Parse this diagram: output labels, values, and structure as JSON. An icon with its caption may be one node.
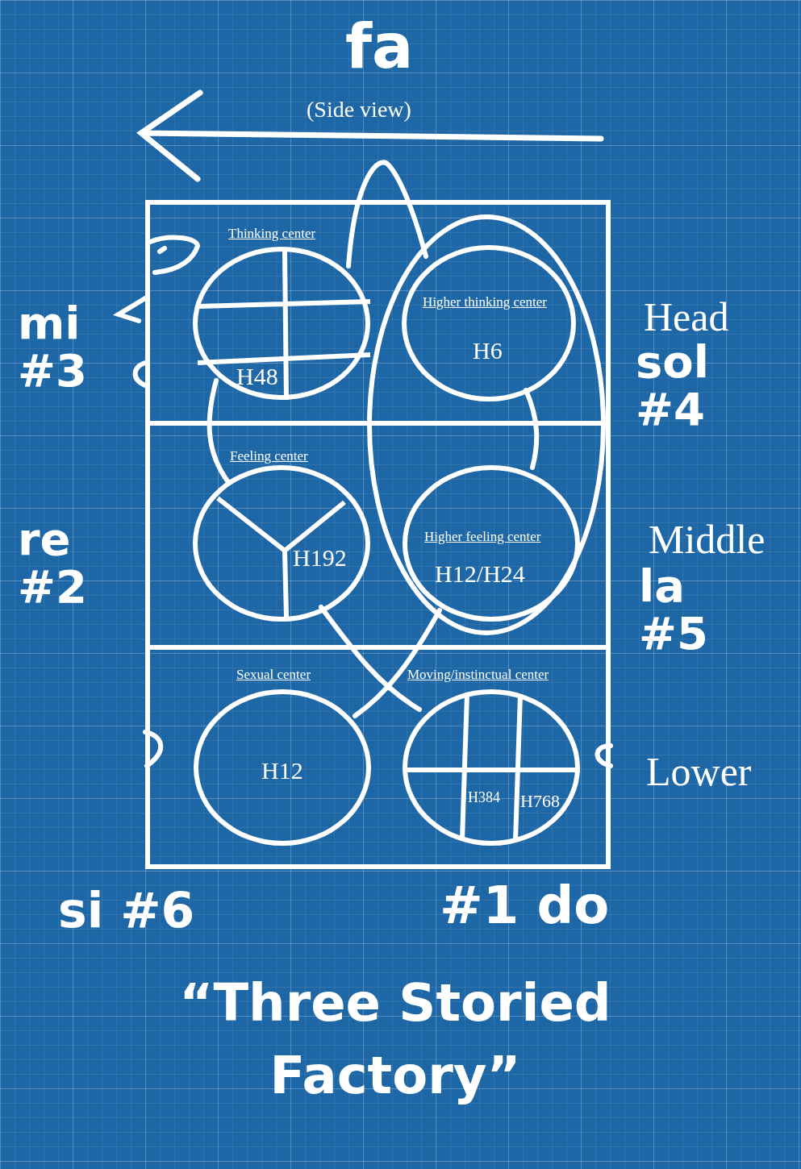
{
  "diagram": {
    "caption": "“Three Storied Factory”",
    "nodes": [
      {
        "text": [
          "Head"
        ]
      },
      {
        "text": [
          "Thinking center",
          "H48"
        ],
        "in": 0
      },
      {
        "text": [
          "Higher thinking center",
          "H6"
        ],
        "in": 0
      },
      {
        "text": [
          "Middle"
        ]
      },
      {
        "text": [
          "Feeling center",
          "H192"
        ],
        "in": 3
      },
      {
        "text": [
          "Higher feeling center",
          "H12/H24"
        ],
        "in": 3
      },
      {
        "text": [
          "Lower"
        ]
      },
      {
        "text": [
          "Sexual center",
          "H12"
        ],
        "in": 6
      },
      {
        "text": [
          "Moving/instinctual center",
          "H384",
          "H768"
        ],
        "in": 6
      }
    ],
    "edges": [
      {
        "from": 1,
        "to": 2,
        "arrow": "none"
      },
      {
        "from": 1,
        "to": 4,
        "arrow": "none"
      },
      {
        "from": 2,
        "to": 5,
        "arrow": "none"
      },
      {
        "from": 4,
        "to": 8,
        "arrow": "none"
      },
      {
        "from": 5,
        "to": 7,
        "arrow": "none"
      }
    ],
    "labels": [
      "fa",
      "(Side view)",
      "mi #3",
      "sol #4",
      "re #2",
      "la #5",
      "si #6",
      "#1 do"
    ]
  }
}
